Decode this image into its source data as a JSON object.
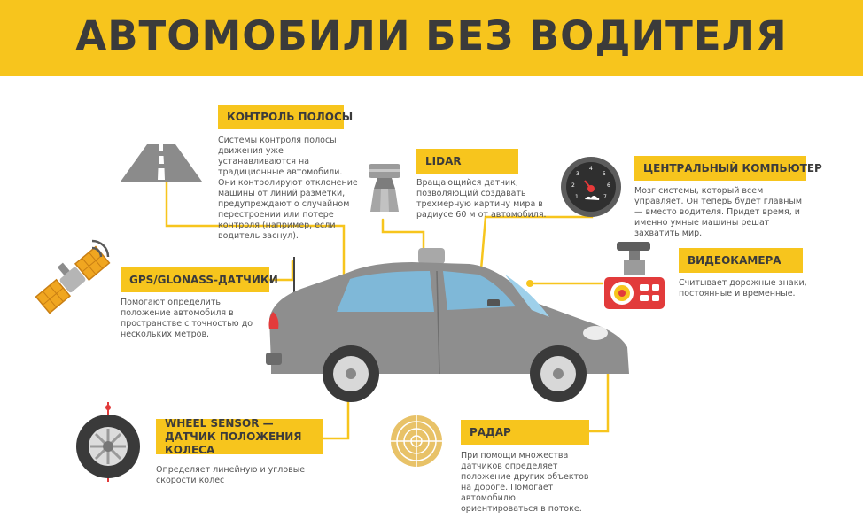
{
  "title": "АВТОМОБИЛИ БЕЗ ВОДИТЕЛЯ",
  "colors": {
    "accent": "#f7c51d",
    "car_body": "#8e8e8e",
    "line": "#f7c51d",
    "text": "#3b3b3b"
  },
  "sections": {
    "lane_control": {
      "label": "КОНТРОЛЬ ПОЛОСЫ",
      "desc": "Системы контроля полосы движения уже устанавливаются на традиционные автомобили. Они контролируют отклонение машины от линий разметки, предупреждают о случайном перестроении или потере контроля (например, если водитель заснул).",
      "icon": "road-icon"
    },
    "lidar": {
      "label": "LIDAR",
      "desc": "Вращающийся датчик, позволяющий создавать трехмерную картину мира в радиусе 60 м от автомобиля.",
      "icon": "lidar-icon"
    },
    "central_computer": {
      "label": "ЦЕНТРАЛЬНЫЙ КОМПЬЮТЕР",
      "desc": "Мозг системы, который всем управляет. Он теперь будет главным — вместо водителя. Придет время, и именно умные машины решат захватить мир.",
      "icon": "gauge-icon"
    },
    "gps": {
      "label": "GPS/GLONASS-ДАТЧИКИ",
      "desc": "Помогают определить положение автомобиля в пространстве с точностью до нескольких метров.",
      "icon": "satellite-icon"
    },
    "camera": {
      "label": "ВИДЕОКАМЕРА",
      "desc": "Считывает дорожные знаки, постоянные и временные.",
      "icon": "camera-icon"
    },
    "wheel_sensor": {
      "label": "WHEEL SENSOR — ДАТЧИК ПОЛОЖЕНИЯ КОЛЕСА",
      "desc": "Определяет линейную и угловые скорости колес",
      "icon": "wheel-icon"
    },
    "radar": {
      "label": "РАДАР",
      "desc": "При помощи множества датчиков определяет положение других объектов на дороге. Помогает автомобилю ориентироваться в потоке.",
      "icon": "radar-icon"
    }
  },
  "gauge_numbers": [
    "1",
    "2",
    "3",
    "4",
    "5",
    "6",
    "7"
  ]
}
